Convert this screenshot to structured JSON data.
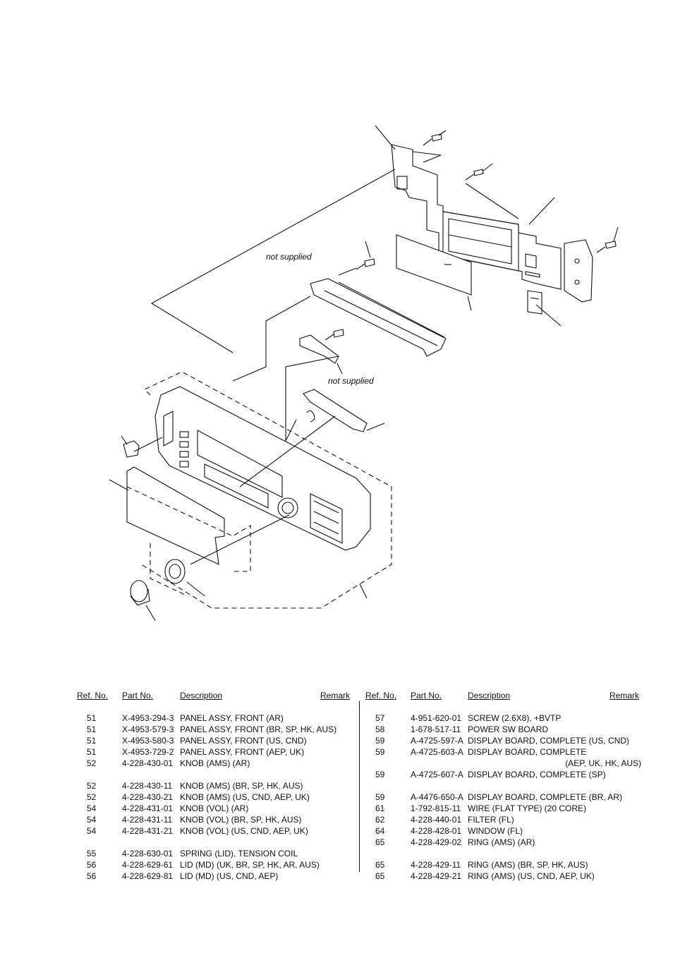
{
  "diagram": {
    "labels": {
      "not_supplied_1": "not supplied",
      "not_supplied_2": "not supplied"
    }
  },
  "table": {
    "headers": {
      "ref": "Ref. No.",
      "part": "Part No.",
      "desc": "Description",
      "remark": "Remark"
    },
    "left": [
      {
        "ref": "51",
        "part": "X-4953-294-3",
        "desc": "PANEL ASSY, FRONT (AR)"
      },
      {
        "ref": "51",
        "part": "X-4953-579-3",
        "desc": "PANEL ASSY, FRONT (BR, SP, HK, AUS)"
      },
      {
        "ref": "51",
        "part": "X-4953-580-3",
        "desc": "PANEL ASSY, FRONT (US, CND)"
      },
      {
        "ref": "51",
        "part": "X-4953-729-2",
        "desc": "PANEL ASSY, FRONT (AEP, UK)"
      },
      {
        "ref": "52",
        "part": "4-228-430-01",
        "desc": "KNOB (AMS) (AR)"
      },
      {
        "gap": true
      },
      {
        "ref": "52",
        "part": "4-228-430-11",
        "desc": "KNOB (AMS) (BR, SP, HK, AUS)"
      },
      {
        "ref": "52",
        "part": "4-228-430-21",
        "desc": "KNOB (AMS) (US, CND, AEP, UK)"
      },
      {
        "ref": "54",
        "part": "4-228-431-01",
        "desc": "KNOB (VOL) (AR)"
      },
      {
        "ref": "54",
        "part": "4-228-431-11",
        "desc": "KNOB (VOL) (BR, SP, HK, AUS)"
      },
      {
        "ref": "54",
        "part": "4-228-431-21",
        "desc": "KNOB (VOL) (US, CND, AEP, UK)"
      },
      {
        "gap": true
      },
      {
        "ref": "55",
        "part": "4-228-630-01",
        "desc": "SPRING (LID), TENSION COIL"
      },
      {
        "ref": "56",
        "part": "4-228-629-61",
        "desc": "LID (MD) (UK, BR, SP, HK, AR, AUS)"
      },
      {
        "ref": "56",
        "part": "4-228-629-81",
        "desc": "LID (MD) (US, CND, AEP)"
      }
    ],
    "right": [
      {
        "ref": "57",
        "part": "4-951-620-01",
        "desc": "SCREW (2.6X8), +BVTP"
      },
      {
        "ref": "58",
        "part": "1-678-517-11",
        "desc": "POWER SW BOARD"
      },
      {
        "ref": "59",
        "part": "A-4725-597-A",
        "desc": "DISPLAY BOARD, COMPLETE (US, CND)"
      },
      {
        "ref": "59",
        "part": "A-4725-603-A",
        "desc": "DISPLAY BOARD, COMPLETE"
      },
      {
        "cont": "(AEP, UK, HK, AUS)"
      },
      {
        "ref": "59",
        "part": "A-4725-607-A",
        "desc": "DISPLAY BOARD, COMPLETE (SP)"
      },
      {
        "gap": true
      },
      {
        "ref": "59",
        "part": "A-4476-650-A",
        "desc": "DISPLAY BOARD, COMPLETE (BR, AR)"
      },
      {
        "ref": "61",
        "part": "1-792-815-11",
        "desc": "WIRE (FLAT TYPE) (20 CORE)"
      },
      {
        "ref": "62",
        "part": "4-228-440-01",
        "desc": "FILTER (FL)"
      },
      {
        "ref": "64",
        "part": "4-228-428-01",
        "desc": "WINDOW (FL)"
      },
      {
        "ref": "65",
        "part": "4-228-429-02",
        "desc": "RING (AMS) (AR)"
      },
      {
        "gap": true
      },
      {
        "ref": "65",
        "part": "4-228-429-11",
        "desc": "RING (AMS) (BR, SP, HK, AUS)"
      },
      {
        "ref": "65",
        "part": "4-228-429-21",
        "desc": "RING (AMS) (US, CND, AEP, UK)"
      }
    ]
  }
}
